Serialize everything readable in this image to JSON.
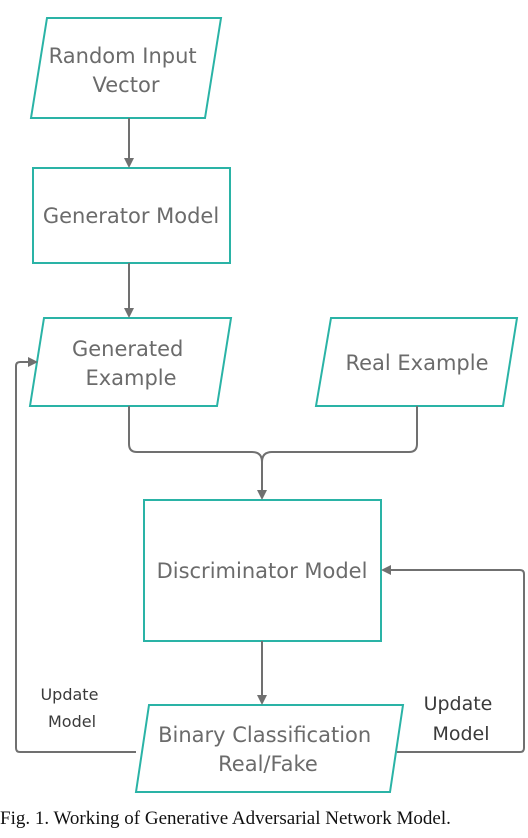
{
  "nodes": {
    "random_input": {
      "lines": [
        "Random Input",
        "Vector"
      ]
    },
    "generator": {
      "lines": [
        "Generator Model"
      ]
    },
    "generated": {
      "lines": [
        "Generated",
        "Example"
      ]
    },
    "real": {
      "lines": [
        "Real Example"
      ]
    },
    "discriminator": {
      "lines": [
        "Discriminator Model"
      ]
    },
    "binary": {
      "lines": [
        "Binary Classification",
        "Real/Fake"
      ]
    }
  },
  "labels": {
    "update_left": [
      "Update",
      "Model"
    ],
    "update_right": [
      "Update",
      "Model"
    ]
  },
  "caption": "Fig. 1. Working of Generative Adversarial Network Model."
}
